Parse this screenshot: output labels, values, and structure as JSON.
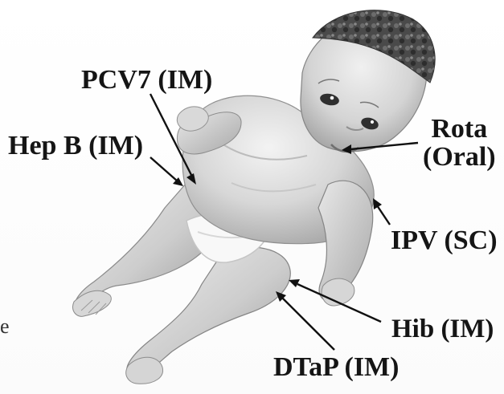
{
  "labels": {
    "pcv7": "PCV7 (IM)",
    "hep_b": "Hep B (IM)",
    "rota_line_1": "Rota",
    "rota_line_2": "(Oral)",
    "ipv": "IPV (SC)",
    "hib": "Hib (IM)",
    "dtap": "DTaP (IM)",
    "stray_mark": "e"
  },
  "illustration": {
    "subject": "infant-photo-illustration",
    "colors": {
      "skin_light": "#ececec",
      "skin_mid": "#d2d2d2",
      "skin_dark": "#a8a8a8",
      "hair": "#444444",
      "diaper": "#f6f6f6",
      "line": "#111111"
    }
  }
}
